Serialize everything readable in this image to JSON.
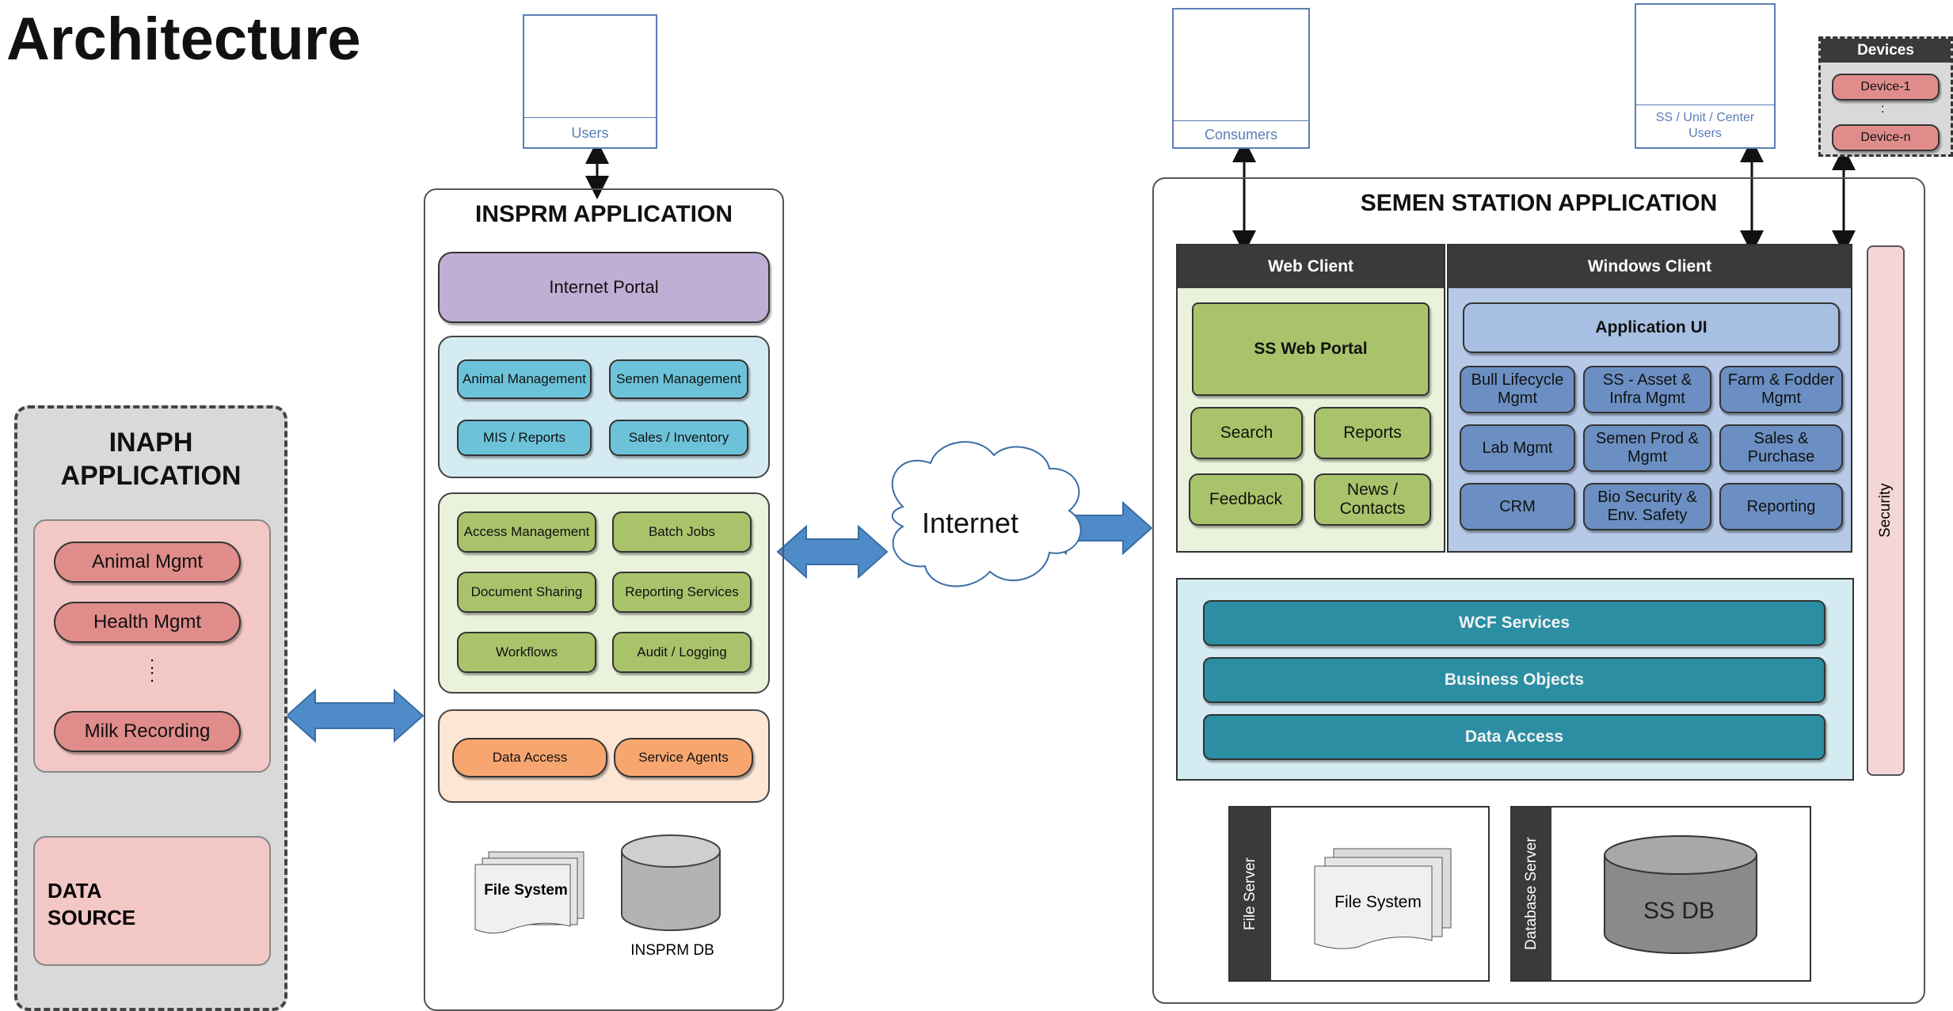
{
  "title": "Architecture",
  "users": {
    "left": "Users",
    "consumers": "Consumers",
    "ss_users": "SS / Unit / Center Users"
  },
  "devices": {
    "header": "Devices",
    "items": [
      "Device-1",
      ":",
      "Device-n"
    ]
  },
  "inaph": {
    "title_line1": "INAPH",
    "title_line2": "APPLICATION",
    "modules": [
      "Animal Mgmt",
      "Health Mgmt",
      "Milk Recording"
    ],
    "dots": ":\n:",
    "ds_line1": "DATA",
    "ds_line2": "SOURCE"
  },
  "insprm": {
    "title": "INSPRM APPLICATION",
    "portal": "Internet Portal",
    "mgmt": [
      "Animal Management",
      "Semen Management",
      "MIS / Reports",
      "Sales / Inventory"
    ],
    "services": [
      "Access Management",
      "Batch Jobs",
      "Document Sharing",
      "Reporting Services",
      "Workflows",
      "Audit / Logging"
    ],
    "data": [
      "Data Access",
      "Service Agents"
    ],
    "file_system": "File System",
    "db": "INSPRM DB"
  },
  "internet": "Internet",
  "semen": {
    "title": "SEMEN STATION APPLICATION",
    "web_client": "Web Client",
    "windows_client": "Windows Client",
    "web_portal": "SS Web Portal",
    "web_items": [
      "Search",
      "Reports",
      "Feedback",
      "News / Contacts"
    ],
    "app_ui": "Application UI",
    "win_items": [
      "Bull Lifecycle Mgmt",
      "SS - Asset & Infra Mgmt",
      "Farm & Fodder Mgmt",
      "Lab Mgmt",
      "Semen Prod & Mgmt",
      "Sales & Purchase",
      "CRM",
      "Bio Security & Env. Safety",
      "Reporting"
    ],
    "security": "Security",
    "services": [
      "WCF Services",
      "Business Objects",
      "Data Access"
    ],
    "file_server": "File Server",
    "file_system": "File System",
    "db_server": "Database Server",
    "db": "SS DB"
  },
  "colors": {
    "panel": "#ecf0f5",
    "arrow": "#4f8ac9",
    "blue": "#6cc3d9",
    "green": "#a9c36b",
    "orange": "#f7a670",
    "pink": "#df8c8a",
    "navy": "#6b8fc2",
    "teal": "#2b8ea3"
  }
}
